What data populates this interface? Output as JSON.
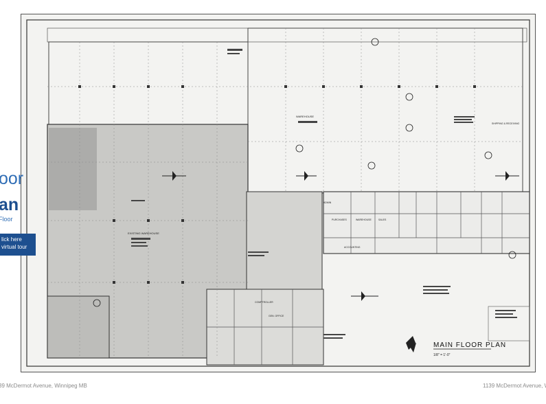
{
  "side_panel": {
    "title_top": "oor",
    "title_bottom": "an",
    "subtitle": "Floor",
    "tour_button_line1": "lick here",
    "tour_button_line2": "virtual tour"
  },
  "plan": {
    "title": "MAIN FLOOR PLAN",
    "scale": "1/8\" = 1'-0\"",
    "warehouse_label": "WAREHOUSE",
    "existing_warehouse_label": "EXISTING WAREHOUSE",
    "office_labels": [
      "PURCHASES",
      "WAREHOUSE",
      "SALES",
      "ACCOUNTING",
      "COMPTROLLER",
      "GEN. OFFICE",
      "ADMIN",
      "SHIPPING & RECEIVING"
    ]
  },
  "footer": {
    "left": "39 McDermot Avenue, Winnipeg MB",
    "right": "1139 McDermot Avenue, Winnipe"
  },
  "colors": {
    "accent": "#2f6db5",
    "accent_dark": "#1d4f8f"
  }
}
